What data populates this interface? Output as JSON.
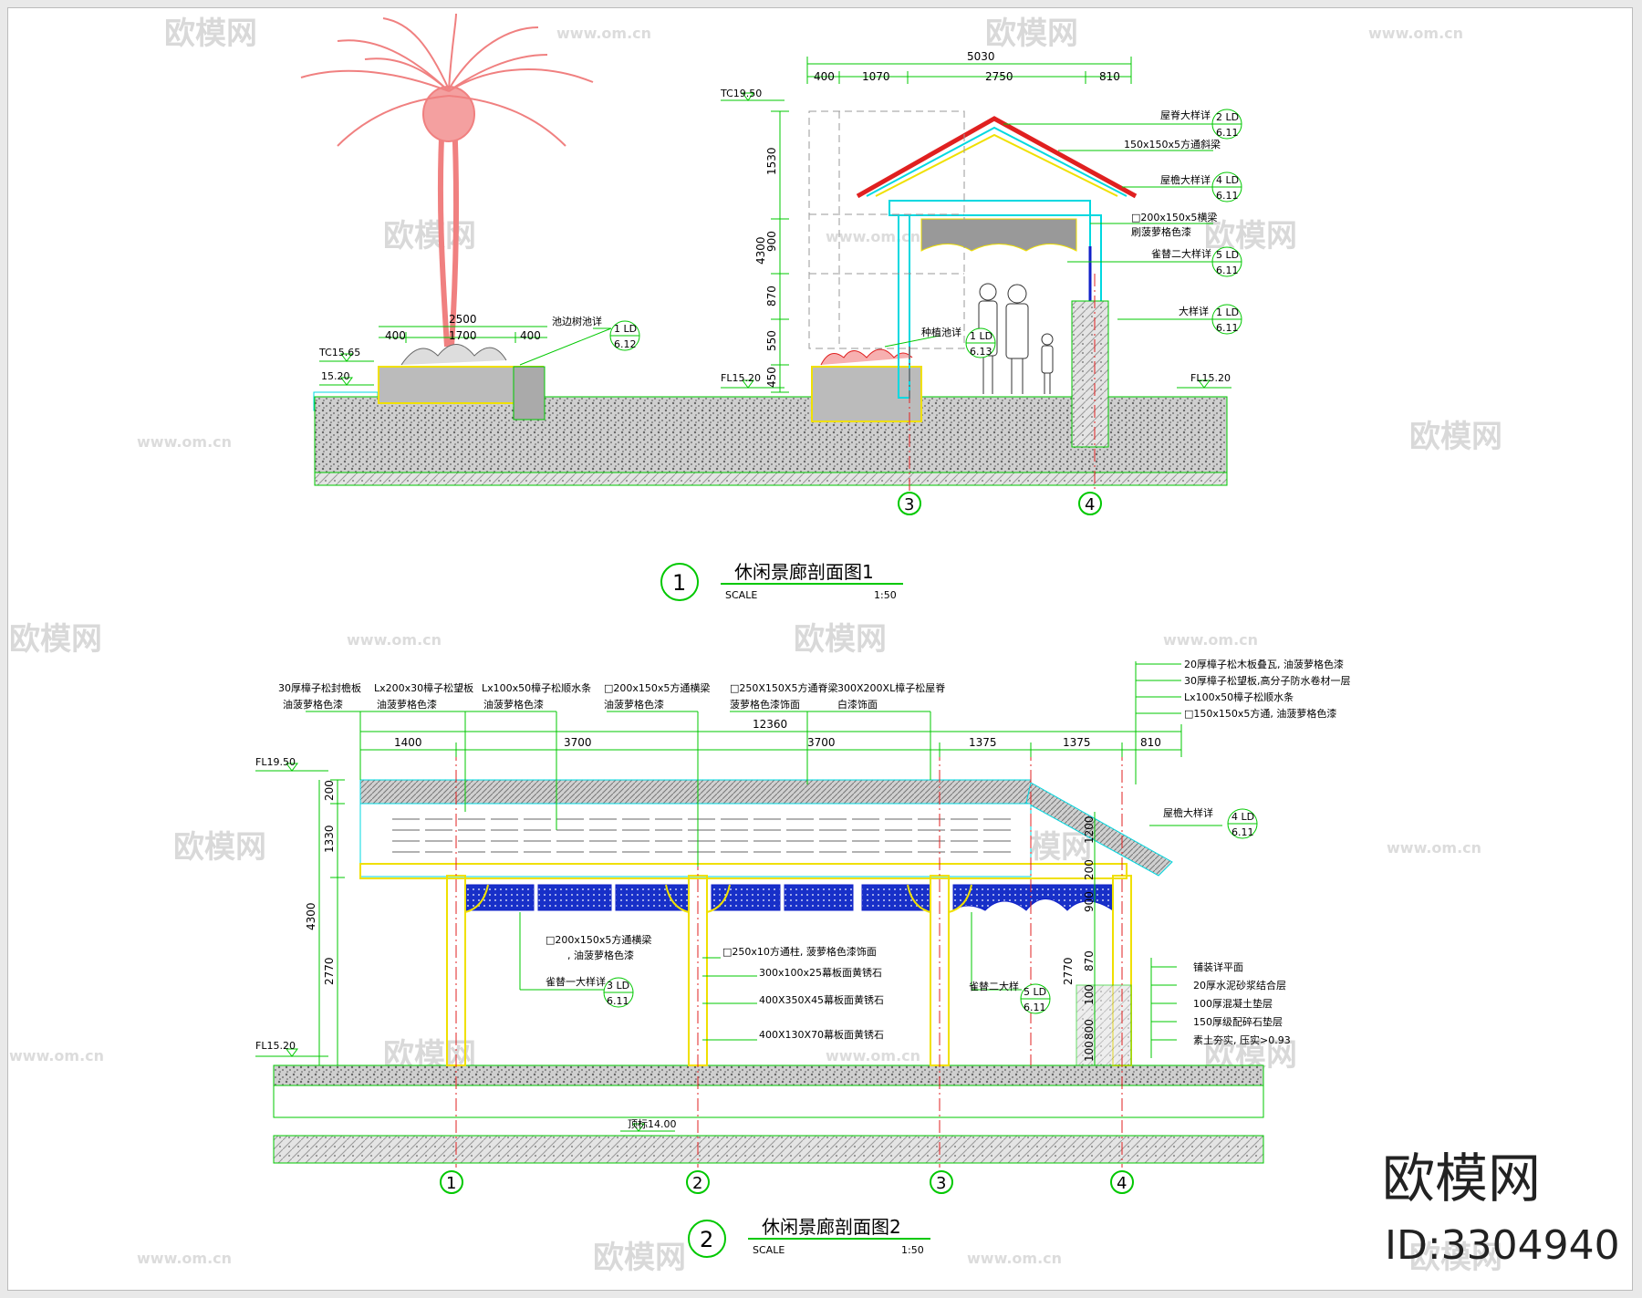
{
  "section1": {
    "title": "休闲景廊剖面图1",
    "number": "1",
    "scale_label": "SCALE",
    "scale": "1:50",
    "dims_top": [
      "5030",
      "400",
      "1070",
      "2750",
      "810"
    ],
    "dims_vertical": [
      "1530",
      "900",
      "870",
      "550",
      "450",
      "4300"
    ],
    "planter_dims": [
      "2500",
      "400",
      "1700",
      "400"
    ],
    "levels": [
      "TC19.50",
      "TC15.65",
      "15.20",
      "FL15.20",
      "FL15.20"
    ],
    "annotations": [
      {
        "text": "屋脊大样详",
        "ref_top": "2 LD",
        "ref_bot": "6.11"
      },
      {
        "text": "150x150x5方通斜梁",
        "ref_top": "",
        "ref_bot": ""
      },
      {
        "text": "屋檐大样详",
        "ref_top": "4 LD",
        "ref_bot": "6.11"
      },
      {
        "text": "□200x150x5横梁",
        "ref_top": "",
        "ref_bot": ""
      },
      {
        "text": "刷菠萝格色漆",
        "ref_top": "",
        "ref_bot": ""
      },
      {
        "text": "雀替二大样详",
        "ref_top": "5 LD",
        "ref_bot": "6.11"
      },
      {
        "text": "大样详",
        "ref_top": "1 LD",
        "ref_bot": "6.11"
      }
    ],
    "pool_note": {
      "text": "池边树池详",
      "ref_top": "1 LD",
      "ref_bot": "6.12"
    },
    "planter_note": {
      "text": "种植池详",
      "ref_top": "1 LD",
      "ref_bot": "6.13"
    },
    "axes": [
      "3",
      "4"
    ]
  },
  "section2": {
    "title": "休闲景廊剖面图2",
    "number": "2",
    "scale_label": "SCALE",
    "scale": "1:50",
    "total_dim": "12360",
    "dims_top": [
      "1400",
      "3700",
      "3700",
      "1375",
      "1375",
      "810"
    ],
    "dims_vertical": [
      "200",
      "1330",
      "2770",
      "4300"
    ],
    "dims_right_vertical": [
      "1200",
      "200",
      "900",
      "870",
      "100",
      "800",
      "100",
      "2770"
    ],
    "levels": [
      "FL19.50",
      "FL15.20",
      "顶标14.00"
    ],
    "top_notes": [
      {
        "line1": "30厚樟子松封檐板",
        "line2": "油菠萝格色漆"
      },
      {
        "line1": "Lx200x30樟子松望板",
        "line2": "油菠萝格色漆"
      },
      {
        "line1": "Lx100x50樟子松顺水条",
        "line2": "油菠萝格色漆"
      },
      {
        "line1": "□200x150x5方通横梁",
        "line2": "油菠萝格色漆"
      },
      {
        "line1": "□250X150X5方通脊梁",
        "line2": "菠萝格色漆饰面"
      },
      {
        "line1": "300X200XL樟子松屋脊",
        "line2": "白漆饰面"
      }
    ],
    "roof_layers": [
      "20厚樟子松木板叠瓦, 油菠萝格色漆",
      "30厚樟子松望板,高分子防水卷材一层",
      "Lx100x50樟子松顺水条",
      "□150x150x5方通, 油菠萝格色漆"
    ],
    "eave_note": {
      "text": "屋檐大样详",
      "ref_top": "4 LD",
      "ref_bot": "6.11"
    },
    "mid_notes": [
      "□200x150x5方通横梁",
      ", 油菠萝格色漆",
      "□250x10方通柱, 菠萝格色漆饰面",
      "300x100x25幕板面黄锈石",
      "400X350X45幕板面黄锈石",
      "400X130X70幕板面黄锈石"
    ],
    "bracket1": {
      "text": "雀替一大样详",
      "ref_top": "3 LD",
      "ref_bot": "6.11"
    },
    "bracket2": {
      "text": "雀替二大样",
      "ref_top": "5 LD",
      "ref_bot": "6.11"
    },
    "floor_layers": [
      "铺装详平面",
      "20厚水泥砂浆结合层",
      "100厚混凝土垫层",
      "150厚级配碎石垫层",
      "素土夯实, 压实>0.93"
    ],
    "axes": [
      "1",
      "2",
      "3",
      "4"
    ]
  },
  "watermark": {
    "brand": "欧模网",
    "url": "www.om.cn"
  },
  "branding": {
    "name": "欧模网",
    "id": "ID:3304940"
  },
  "colors": {
    "green": "#00c800",
    "cyan": "#00d8e0",
    "yellow": "#f0e000",
    "red": "#e02020",
    "blue": "#1020c8",
    "palm": "#f08080",
    "hatch": "#9a9a9a"
  }
}
